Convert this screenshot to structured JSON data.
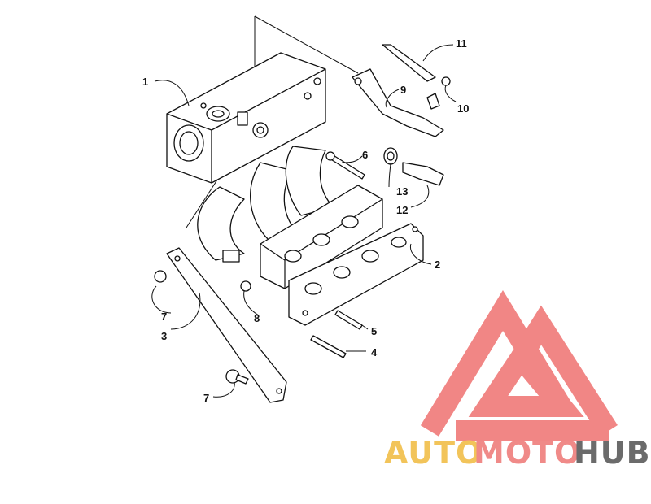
{
  "diagram": {
    "callouts": [
      {
        "id": "1",
        "label": "1"
      },
      {
        "id": "2",
        "label": "2"
      },
      {
        "id": "3",
        "label": "3"
      },
      {
        "id": "4",
        "label": "4"
      },
      {
        "id": "5",
        "label": "5"
      },
      {
        "id": "6",
        "label": "6"
      },
      {
        "id": "7a",
        "label": "7"
      },
      {
        "id": "7b",
        "label": "7"
      },
      {
        "id": "8",
        "label": "8"
      },
      {
        "id": "9",
        "label": "9"
      },
      {
        "id": "10",
        "label": "10"
      },
      {
        "id": "11",
        "label": "11"
      },
      {
        "id": "12",
        "label": "12"
      },
      {
        "id": "13",
        "label": "13"
      }
    ]
  },
  "watermark": {
    "word_auto": "AUTO",
    "word_moto": "MOTO",
    "word_hub": "HUB",
    "colors": {
      "auto": "#f2c45a",
      "moto": "#f08a88",
      "hub": "#6b6b6b",
      "triangle": "#f07a78"
    }
  }
}
